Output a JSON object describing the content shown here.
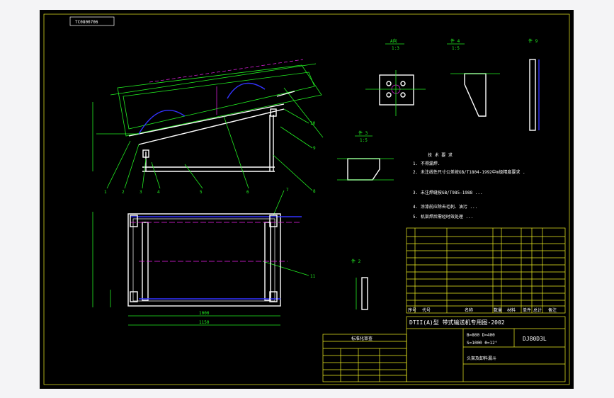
{
  "drawing": {
    "id_box": "TC0800706",
    "views": {
      "view_a": {
        "title": "A向",
        "scale": "1:3"
      },
      "part4": {
        "title": "件 4",
        "scale": "1:5"
      },
      "part9": {
        "title": "件 9"
      },
      "part3": {
        "title": "件 3",
        "scale": "1:5"
      },
      "part2": {
        "title": "件 2"
      }
    },
    "dims_bottom": [
      "1000",
      "1150"
    ],
    "balloons": [
      "1",
      "2",
      "3",
      "4",
      "5",
      "6",
      "7",
      "8",
      "9",
      "10",
      "11"
    ],
    "tech_req": {
      "title": "技 术 要 求",
      "lines": [
        "1. 不得漏焊.",
        "2. 未注线性尺寸公差按GB/T1804-1992中m级精度要求 .",
        "3. 未注焊缝按GB/T985-1988 ...",
        "4. 涂漆前应除去毛刺、油污 ...",
        "5. 机架焊后需经时效处理 ..."
      ]
    },
    "title_block": {
      "series": "DTII(A)型 带式输送机专用图-2002",
      "param1": "B=800 D=400",
      "param2": "S=1000 θ=12°",
      "code": "DJ80D3L",
      "name": "头架及卸料漏斗"
    },
    "bom_header": [
      "序号",
      "代号",
      "名称",
      "数量",
      "材料",
      "单件",
      "总计",
      "备注"
    ],
    "change_block": {
      "title": "标准化审查"
    }
  },
  "colors": {
    "bg": "#000000",
    "white": "#ffffff",
    "green": "#22ee22",
    "yellow": "#eeee22",
    "magenta": "#ee22ee",
    "blue": "#3333ff"
  }
}
